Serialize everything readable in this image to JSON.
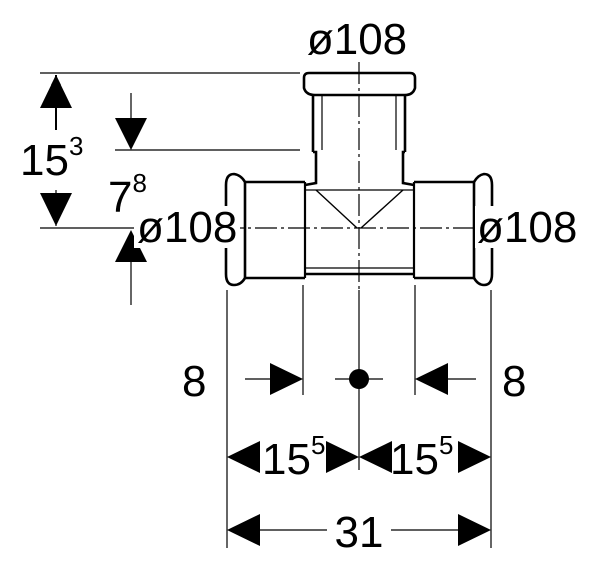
{
  "drawing": {
    "dims": {
      "top_diameter": "ø108",
      "left_diameter": "ø108",
      "right_diameter": "ø108",
      "height_total": {
        "base": "15",
        "sup": "3"
      },
      "height_socket": {
        "base": "7",
        "sup": "8"
      },
      "left_insertion": "8",
      "right_insertion": "8",
      "left_half": {
        "base": "15",
        "sup": "5"
      },
      "right_half": {
        "base": "15",
        "sup": "5"
      },
      "overall_length": "31"
    },
    "line_color": "#000000",
    "background": "#ffffff"
  }
}
